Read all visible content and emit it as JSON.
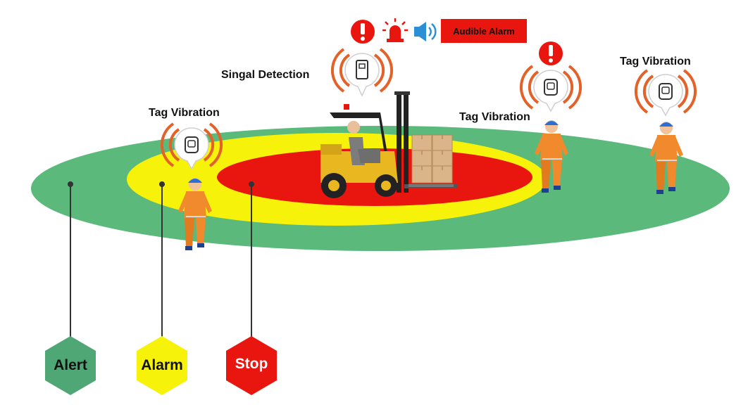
{
  "labels": {
    "audible_alarm": "Audible Alarm",
    "signal_detection": "Singal Detection",
    "tag_vibration_left": "Tag Vibration",
    "tag_vibration_mid": "Tag Vibration",
    "tag_vibration_right": "Tag Vibration"
  },
  "zones": {
    "alert": "Alert",
    "alarm": "Alarm",
    "stop": "Stop"
  },
  "colors": {
    "alert_zone": "#5bb97b",
    "alarm_zone": "#f7f20a",
    "stop_zone": "#e8160e",
    "signal_waves": "#e2622a",
    "worker_suit": "#f08a2c",
    "helmet": "#2a6fd6",
    "forklift": "#e9b820",
    "speaker": "#2b8fd6"
  },
  "icons": [
    "exclamation-icon",
    "siren-icon",
    "speaker-icon",
    "tag-icon",
    "signal-wave-icon"
  ]
}
